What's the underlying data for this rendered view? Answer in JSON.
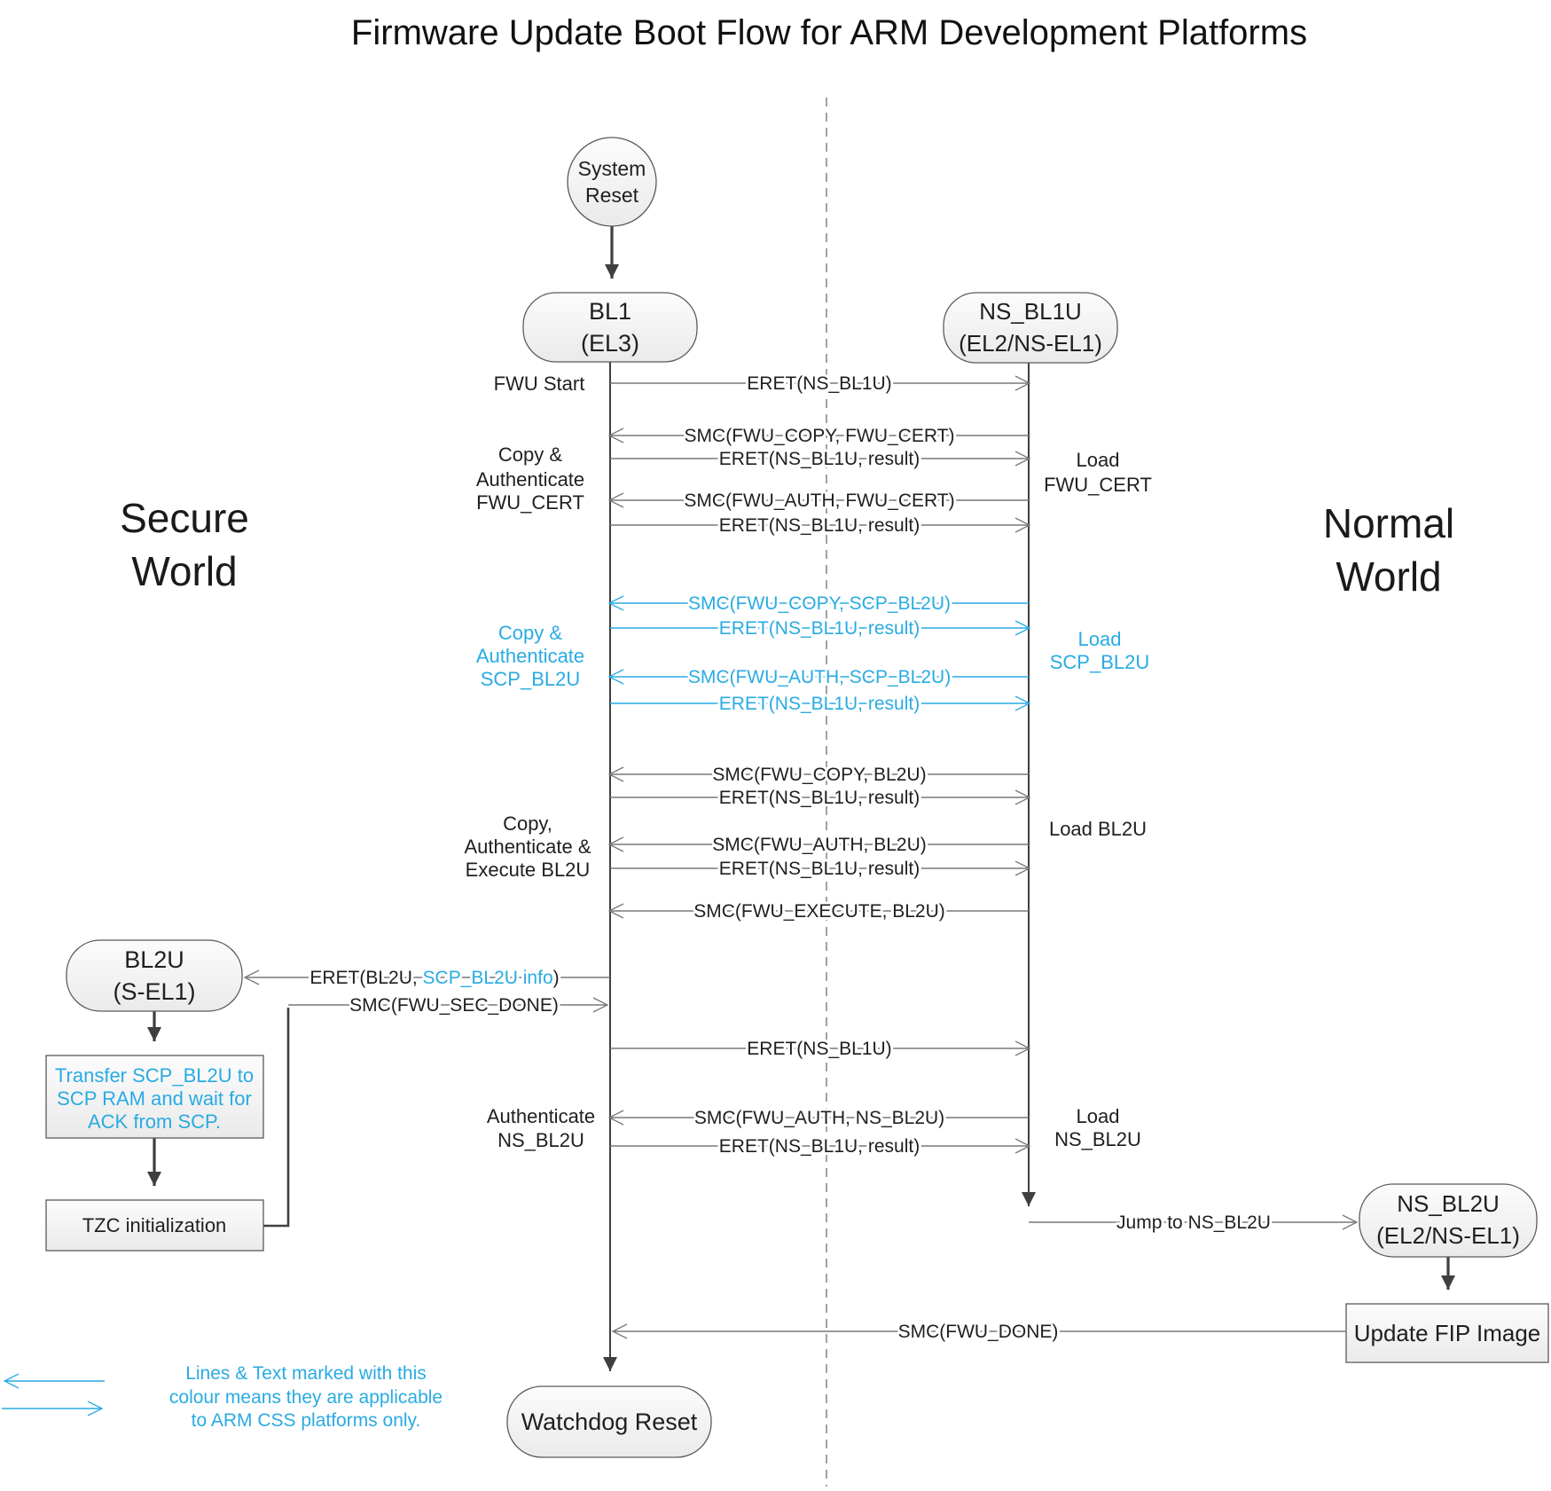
{
  "title": "Firmware Update Boot Flow for ARM Development Platforms",
  "colors": {
    "arm_css_blue": "#29ABE2",
    "line_gray": "#787878",
    "dark_line": "#3f3f3f",
    "text": "#1f1f1f"
  },
  "regions": {
    "secure": [
      "Secure",
      "World"
    ],
    "normal": [
      "Normal",
      "World"
    ]
  },
  "nodes": {
    "system_reset": {
      "lines": [
        "System",
        "Reset"
      ]
    },
    "bl1": {
      "lines": [
        "BL1",
        "(EL3)"
      ]
    },
    "ns_bl1u": {
      "lines": [
        "NS_BL1U",
        "(EL2/NS-EL1)"
      ]
    },
    "bl2u": {
      "lines": [
        "BL2U",
        "(S-EL1)"
      ]
    },
    "transfer_scp_bl2u": {
      "lines": [
        "Transfer SCP_BL2U to",
        "SCP RAM and wait for",
        "ACK from SCP."
      ],
      "arm_css_only": true
    },
    "tzc_init": {
      "label": "TZC initialization"
    },
    "ns_bl2u": {
      "lines": [
        "NS_BL2U",
        "(EL2/NS-EL1)"
      ]
    },
    "update_fip": {
      "label": "Update FIP Image"
    },
    "watchdog_reset": {
      "label": "Watchdog Reset"
    }
  },
  "messages": [
    {
      "label": "ERET(NS_BL1U)",
      "direction": "to-normal",
      "arm_css_only": false
    },
    {
      "label": "SMC(FWU_COPY, FWU_CERT)",
      "direction": "to-secure",
      "arm_css_only": false
    },
    {
      "label": "ERET(NS_BL1U, result)",
      "direction": "to-normal",
      "arm_css_only": false
    },
    {
      "label": "SMC(FWU_AUTH, FWU_CERT)",
      "direction": "to-secure",
      "arm_css_only": false
    },
    {
      "label": "ERET(NS_BL1U, result)",
      "direction": "to-normal",
      "arm_css_only": false
    },
    {
      "label": "SMC(FWU_COPY, SCP_BL2U)",
      "direction": "to-secure",
      "arm_css_only": true
    },
    {
      "label": "ERET(NS_BL1U, result)",
      "direction": "to-normal",
      "arm_css_only": true
    },
    {
      "label": "SMC(FWU_AUTH, SCP_BL2U)",
      "direction": "to-secure",
      "arm_css_only": true
    },
    {
      "label": "ERET(NS_BL1U, result)",
      "direction": "to-normal",
      "arm_css_only": true
    },
    {
      "label": "SMC(FWU_COPY, BL2U)",
      "direction": "to-secure",
      "arm_css_only": false
    },
    {
      "label": "ERET(NS_BL1U, result)",
      "direction": "to-normal",
      "arm_css_only": false
    },
    {
      "label": "SMC(FWU_AUTH, BL2U)",
      "direction": "to-secure",
      "arm_css_only": false
    },
    {
      "label": "ERET(NS_BL1U, result)",
      "direction": "to-normal",
      "arm_css_only": false
    },
    {
      "label": "SMC(FWU_EXECUTE, BL2U)",
      "direction": "to-secure",
      "arm_css_only": false
    },
    {
      "parts": {
        "pre": "ERET(BL2U, ",
        "arm_css": "SCP_BL2U info",
        "post": ")"
      },
      "direction": "to-bl2u",
      "arm_css_only": false
    },
    {
      "label": "SMC(FWU_SEC_DONE)",
      "direction": "to-bl1",
      "arm_css_only": false
    },
    {
      "label": "ERET(NS_BL1U)",
      "direction": "to-normal",
      "arm_css_only": false
    },
    {
      "label": "SMC(FWU_AUTH, NS_BL2U)",
      "direction": "to-secure",
      "arm_css_only": false
    },
    {
      "label": "ERET(NS_BL1U, result)",
      "direction": "to-normal",
      "arm_css_only": false
    },
    {
      "label": "Jump to NS_BL2U",
      "direction": "to-ns-bl2u",
      "arm_css_only": false
    },
    {
      "label": "SMC(FWU_DONE)",
      "direction": "to-bl1",
      "arm_css_only": false
    }
  ],
  "left_labels": {
    "fwu_start": "FWU Start",
    "copy_auth_fwu_cert": [
      "Copy &",
      "Authenticate",
      "FWU_CERT"
    ],
    "copy_auth_scp_bl2u": [
      "Copy &",
      "Authenticate",
      "SCP_BL2U"
    ],
    "copy_auth_exec_bl2u": [
      "Copy,",
      "Authenticate &",
      "Execute BL2U"
    ],
    "auth_ns_bl2u": [
      "Authenticate",
      "NS_BL2U"
    ]
  },
  "right_labels": {
    "load_fwu_cert": [
      "Load",
      "FWU_CERT"
    ],
    "load_scp_bl2u": [
      "Load",
      "SCP_BL2U"
    ],
    "load_bl2u": "Load BL2U",
    "load_ns_bl2u": [
      "Load",
      "NS_BL2U"
    ]
  },
  "legend": {
    "lines": [
      "Lines & Text marked with this",
      "colour means they are applicable",
      "to ARM CSS platforms only."
    ]
  }
}
